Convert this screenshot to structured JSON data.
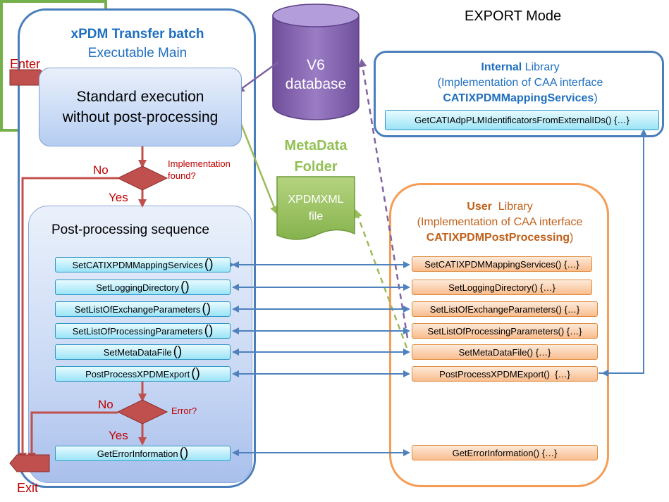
{
  "mode_title": "EXPORT Mode",
  "main": {
    "title": "xPDM Transfer batch",
    "subtitle": "Executable Main",
    "enter_label": "Enter",
    "exit_label": "Exit",
    "standard_execution": {
      "line1": "Standard execution",
      "line2": "without post-processing"
    },
    "decision1": {
      "question_line1": "Implementation",
      "question_line2": "found?",
      "no_label": "No",
      "yes_label": "Yes"
    },
    "sequence_title": "Post-processing sequence",
    "paren": "()",
    "methods": [
      "SetCATIXPDMMappingServices",
      "SetLoggingDirectory",
      "SetListOfExchangeParameters",
      "SetListOfProcessingParameters",
      "SetMetaDataFile",
      "PostProcessXPDMExport"
    ],
    "decision2": {
      "question": "Error?",
      "no_label": "No",
      "yes_label": "Yes"
    },
    "error_method": "GetErrorInformation"
  },
  "database": {
    "line1": "V6",
    "line2": "database"
  },
  "metadata": {
    "line1": "MetaData",
    "line2": "Folder",
    "file_line1": "XPDMXML",
    "file_line2": "file"
  },
  "internal_library": {
    "title_bold": "Internal",
    "title_rest": " Library",
    "impl_text": "(Implementation of CAA interface",
    "interface_name": "CATIXPDMMappingServices",
    "interface_close": ")",
    "method": "GetCATIAdpPLMIdentificatorsFromExternalIDs() {…}"
  },
  "user_library": {
    "title_bold": "User",
    "title_rest": "  Library",
    "impl_text": "(Implementation of CAA interface",
    "interface_name": "CATIXPDMPostProcessing",
    "interface_close": ")",
    "methods": [
      "SetCATIXPDMMappingServices() {…}",
      "SetLoggingDirectory() {…}",
      "SetListOfExchangeParameters() {…}",
      "SetListOfProcessingParameters() {…}",
      "SetMetaDataFile() {…}",
      "PostProcessXPDMExport()  {…}"
    ],
    "error_method": "GetErrorInformation() {…}"
  },
  "colors": {
    "main_border": "#4a7ebb",
    "user_border": "#f59d56",
    "red_arrow": "#c0504d",
    "blue_arrow": "#4f81bd",
    "green": "#76b04a",
    "purple": "#8064a2"
  }
}
